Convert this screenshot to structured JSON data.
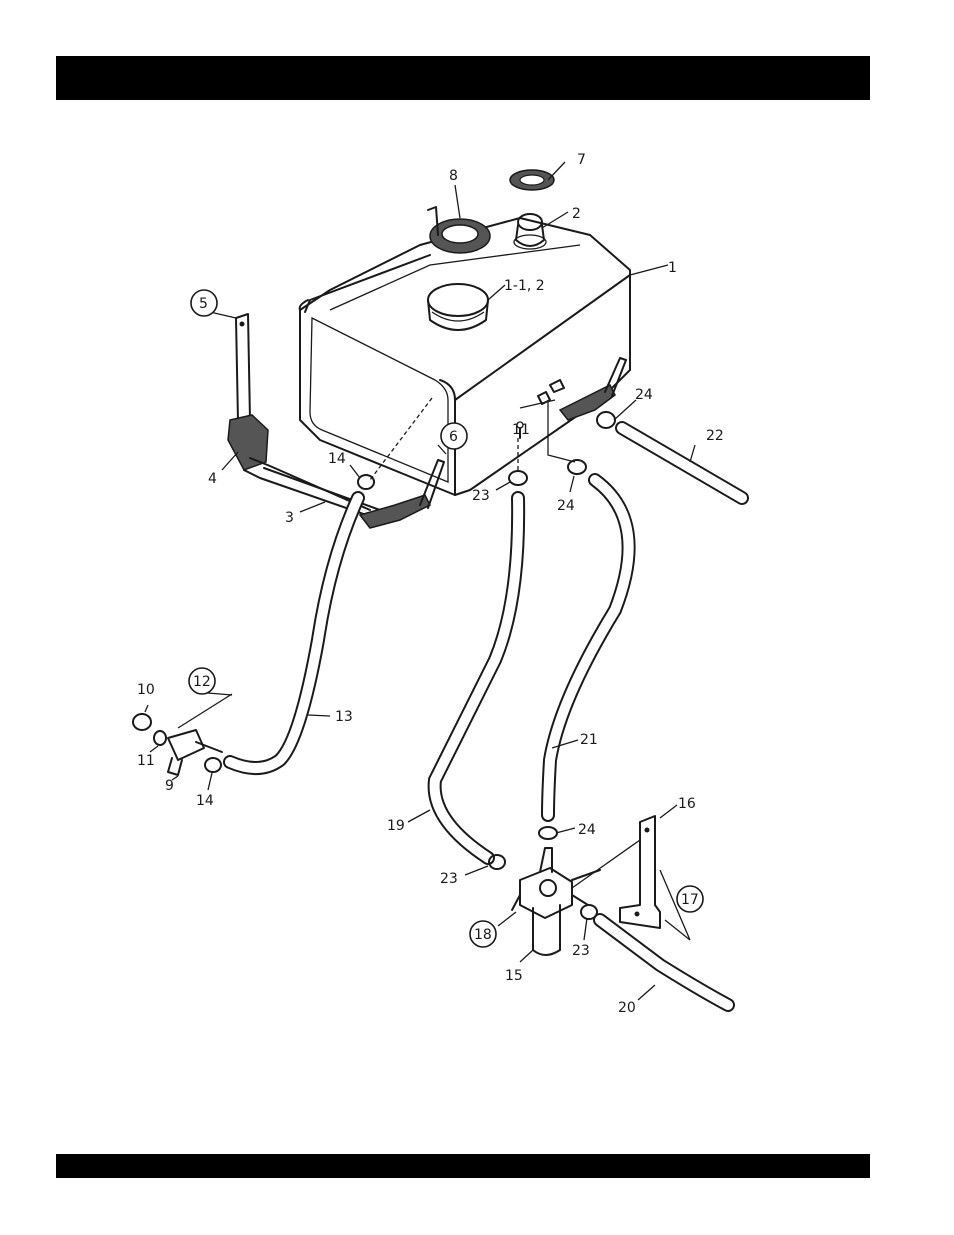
{
  "header": {
    "title": ""
  },
  "footer": {
    "text": ""
  },
  "diagram": {
    "labels": {
      "l1": "1",
      "l1_12": "1-1, 2",
      "l2": "2",
      "l3": "3",
      "l4": "4",
      "l5": "5",
      "l6": "6",
      "l7": "7",
      "l8": "8",
      "l9": "9",
      "l10": "10",
      "l11a": "11",
      "l11b": "11",
      "l12": "12",
      "l13": "13",
      "l14a": "14",
      "l14b": "14",
      "l15": "15",
      "l16": "16",
      "l17": "17",
      "l18": "18",
      "l19": "19",
      "l20": "20",
      "l21": "21",
      "l22": "22",
      "l23a": "23",
      "l23b": "23",
      "l23c": "23",
      "l24a": "24",
      "l24b": "24",
      "l24c": "24"
    }
  }
}
